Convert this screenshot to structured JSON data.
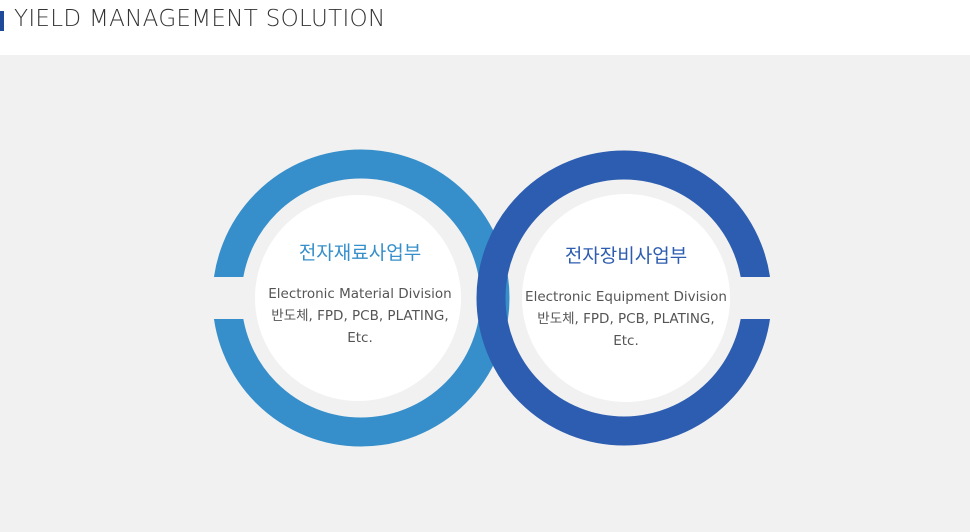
{
  "header": {
    "title": "YIELD MANAGEMENT SOLUTION"
  },
  "colors": {
    "left_ring": "#368fca",
    "right_ring": "#2d5db0",
    "background": "#f1f1f1"
  },
  "divisions": [
    {
      "name_kr": "전자재료사업부",
      "name_en": "Electronic Material Division",
      "products": "반도체, FPD, PCB, PLATING,",
      "etc": "Etc."
    },
    {
      "name_kr": "전자장비사업부",
      "name_en": "Electronic Equipment Division",
      "products": "반도체, FPD, PCB, PLATING,",
      "etc": "Etc."
    }
  ]
}
